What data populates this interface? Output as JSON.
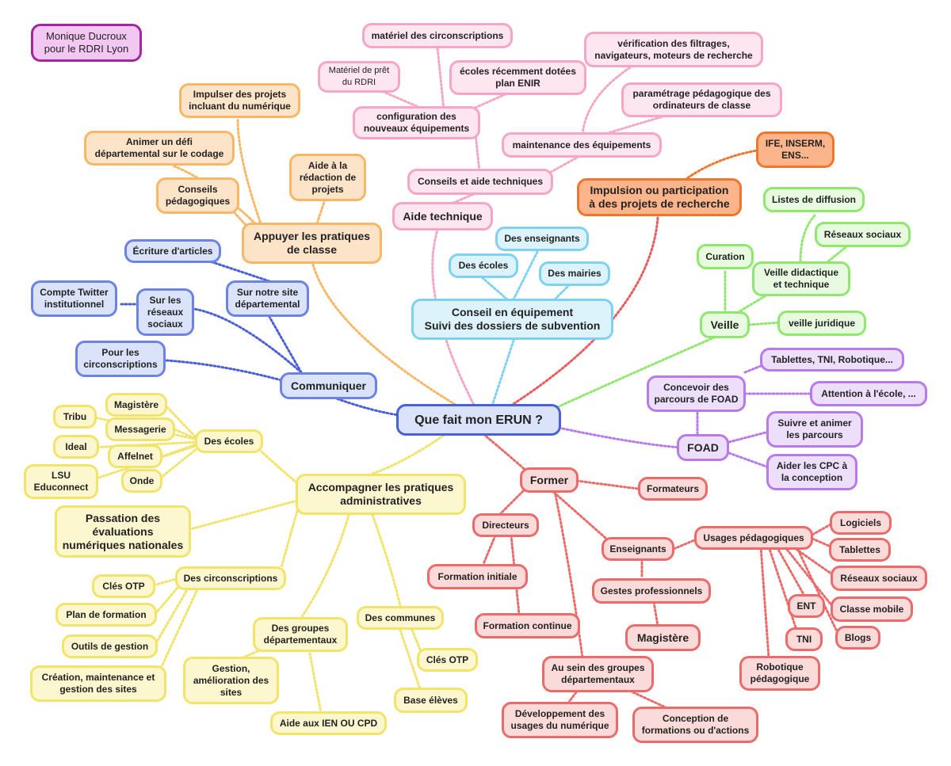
{
  "author": "Monique Ducroux\npour le RDRI Lyon",
  "center": "Que fait mon ERUN ?",
  "aide_technique": {
    "title": "Aide technique",
    "conseils": "Conseils et aide techniques",
    "configuration": "configuration des\nnouveaux équipements",
    "materiel_circ": "matériel des circonscriptions",
    "materiel_pret": "Matériel de prêt\ndu RDRI",
    "ecoles_enir": "écoles récemment dotées\nplan ENIR",
    "maintenance": "maintenance des équipements",
    "verification": "vérification des filtrages,\nnavigateurs, moteurs de recherche",
    "parametrage": "paramétrage pédagogique des\nordinateurs de classe"
  },
  "recherche": {
    "title": "Impulsion ou participation\nà des projets de recherche",
    "ife": "IFE, INSERM,\nENS..."
  },
  "appuyer": {
    "title": "Appuyer les pratiques\nde classe",
    "impulser": "Impulser des projets\nincluant du numérique",
    "defi": "Animer un défi\ndépartemental sur le codage",
    "conseils": "Conseils\npédagogiques",
    "aide_redaction": "Aide à la\nrédaction de\nprojets"
  },
  "conseil_equipement": {
    "title": "Conseil en équipement\nSuivi des dossiers de subvention",
    "enseignants": "Des enseignants",
    "ecoles": "Des écoles",
    "mairies": "Des mairies"
  },
  "communiquer": {
    "title": "Communiquer",
    "ecriture": "Écriture d'articles",
    "site": "Sur notre site\ndépartemental",
    "twitter": "Compte Twitter\ninstitutionnel",
    "reseaux": "Sur les\nréseaux\nsociaux",
    "circonscriptions": "Pour les\ncirconscriptions"
  },
  "veille": {
    "title": "Veille",
    "listes": "Listes de diffusion",
    "reseaux": "Réseaux sociaux",
    "curation": "Curation",
    "didactique": "Veille didactique\net technique",
    "juridique": "veille juridique"
  },
  "foad": {
    "title": "FOAD",
    "concevoir": "Concevoir des\nparcours de FOAD",
    "tablettes": "Tablettes, TNI, Robotique...",
    "attention": "Attention à l'école, ...",
    "suivre": "Suivre et animer\nles parcours",
    "aider_cpc": "Aider les CPC à\nla conception"
  },
  "administratif": {
    "title": "Accompagner les pratiques\nadministratives",
    "des_ecoles": "Des écoles",
    "magistere": "Magistère",
    "tribu": "Tribu",
    "messagerie": "Messagerie",
    "ideal": "Ideal",
    "affelnet": "Affelnet",
    "lsu": "LSU\nEduconnect",
    "onde": "Onde",
    "passation": "Passation des\névaluations\nnumériques nationales",
    "des_circ": "Des circonscriptions",
    "cles_otp": "Clés OTP",
    "plan_formation": "Plan de formation",
    "outils_gestion": "Outils de gestion",
    "creation_sites": "Création, maintenance et\ngestion des sites",
    "groupes_dep": "Des groupes\ndépartementaux",
    "gestion_sites": "Gestion,\namélioration des\nsites",
    "aide_ien": "Aide aux IEN OU CPD",
    "communes": "Des communes",
    "cles_otp2": "Clés OTP",
    "base_eleves": "Base élèves"
  },
  "former": {
    "title": "Former",
    "formateurs": "Formateurs",
    "directeurs": "Directeurs",
    "formation_initiale": "Formation initiale",
    "formation_continue": "Formation continue",
    "enseignants": "Enseignants",
    "gestes": "Gestes professionnels",
    "magistere": "Magistère",
    "usages": "Usages pédagogiques",
    "logiciels": "Logiciels",
    "tablettes": "Tablettes",
    "reseaux": "Réseaux sociaux",
    "ent": "ENT",
    "classe_mobile": "Classe mobile",
    "tni": "TNI",
    "blogs": "Blogs",
    "robotique": "Robotique\npédagogique",
    "groupes": "Au sein des groupes\ndépartementaux",
    "developpement": "Développement des\nusages du numérique",
    "conception": "Conception de\nformations ou d'actions"
  },
  "colors": {
    "pink": "#f5a6c6",
    "orange": "#f8b766",
    "orange_dark": "#f0762e",
    "blue": "#4a60d8",
    "cyan": "#7fd1f2",
    "green": "#8fe86d",
    "purple": "#b77ae8",
    "yellow": "#f2e36a",
    "red": "#eb6b6b"
  }
}
